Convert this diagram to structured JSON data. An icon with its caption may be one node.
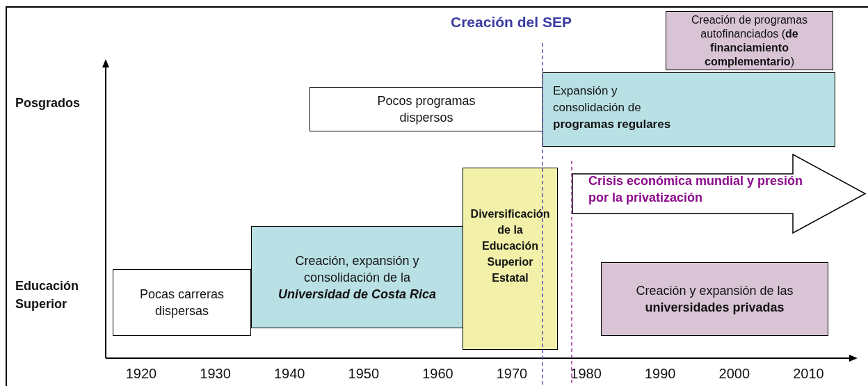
{
  "diagram": {
    "title": "Creación del SEP",
    "nodes": [
      {
        "text": [
          "Pocas carreras dispersas"
        ]
      },
      {
        "text": [
          "Creación, expansión y consolidación de la **Universidad de Costa Rica**"
        ]
      },
      {
        "text": [
          "Diversificación de la Educación Superior Estatal"
        ]
      },
      {
        "text": [
          "Pocos programas dispersos"
        ]
      },
      {
        "text": [
          "Expansión y consolidación de **programas regulares**"
        ]
      },
      {
        "text": [
          "Creación de programas autofinanciados (**de financiamiento complementario**)"
        ]
      },
      {
        "text": [
          "Crisis económica mundial y presión por la privatización"
        ]
      },
      {
        "text": [
          "Creación y expansión de las **universidades privadas**"
        ]
      }
    ],
    "labels": [
      "Posgrados",
      "Educación Superior",
      "1920",
      "1930",
      "1940",
      "1950",
      "1960",
      "1970",
      "1980",
      "1990",
      "2000",
      "2010"
    ]
  }
}
